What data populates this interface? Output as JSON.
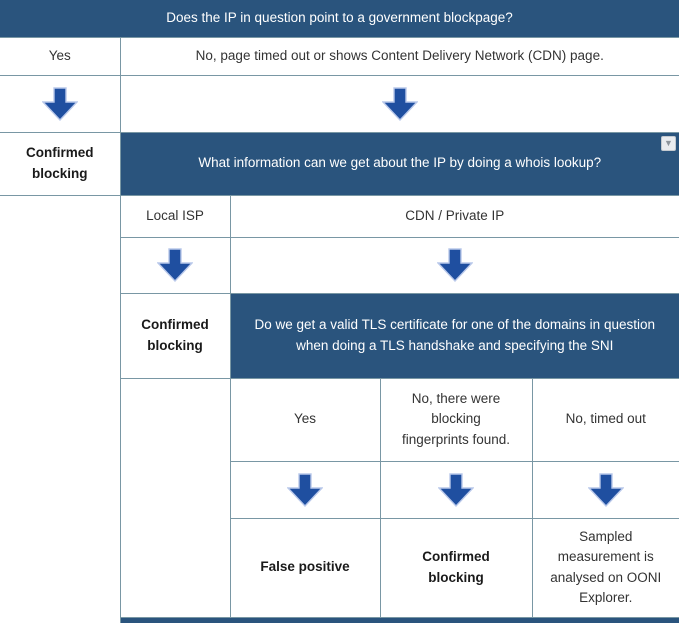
{
  "flowchart": {
    "question1": "Does the IP in question point to a government blockpage?",
    "step1": {
      "yes": "Yes",
      "no": "No, page timed out or shows Content Delivery Network (CDN) page."
    },
    "outcome1": "Confirmed blocking",
    "question2": "What information can we get about the IP by doing a whois lookup?",
    "step2": {
      "local_isp": "Local ISP",
      "cdn_private_ip": "CDN / Private IP"
    },
    "outcome2": "Confirmed blocking",
    "question3": "Do we get a valid TLS certificate for one of the domains in question when doing a TLS handshake and specifying the SNI",
    "step3": {
      "yes": "Yes",
      "fingerprints": "No, there were blocking fingerprints found.",
      "timed_out": "No, timed out"
    },
    "outcomes3": {
      "false_positive": "False positive",
      "confirmed_blocking": "Confirmed blocking",
      "sampled": "Sampled measurement is analysed on OONI Explorer."
    }
  },
  "icons": {
    "dropdown": "▼",
    "down_arrow": "down-arrow"
  },
  "colors": {
    "header_bg": "#2a547d",
    "arrow_fill": "#1f4fa0",
    "arrow_stroke": "#b9c8ea",
    "border": "#7997a4",
    "text": "#333333"
  }
}
